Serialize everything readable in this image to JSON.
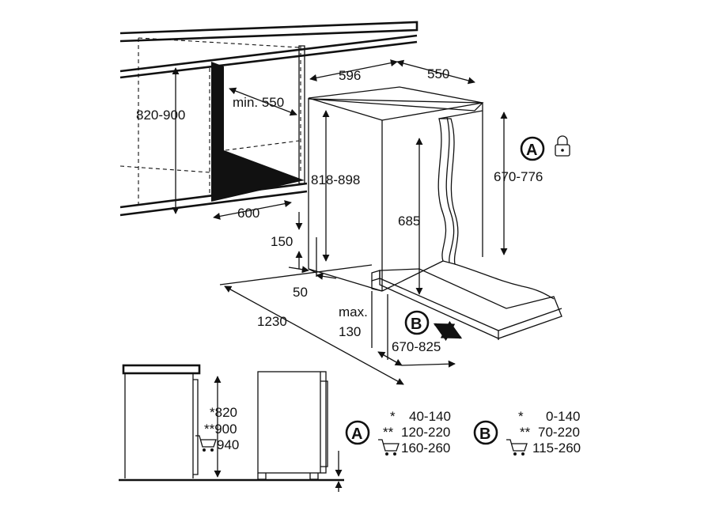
{
  "dimensions": {
    "cabinet_height": "820-900",
    "min_depth": "min. 550",
    "niche_depth": "600",
    "appliance_height": "818-898",
    "width": "596",
    "depth": "550",
    "door_height_range": "670-776",
    "door_height": "685",
    "plinth_height": "150",
    "plinth_depth": "50",
    "total_depth": "1230",
    "max_label": "max.",
    "max_value": "130",
    "door_travel": "670-825"
  },
  "markers": {
    "a": "A",
    "b": "B"
  },
  "side_view": {
    "h1": "*820",
    "h2": "**900",
    "h3": "940"
  },
  "legend_a": {
    "marker": "A",
    "rows": [
      {
        "prefix": "*",
        "value": "40-140"
      },
      {
        "prefix": "**",
        "value": "120-220"
      },
      {
        "prefix": "",
        "value": "160-260"
      }
    ]
  },
  "legend_b": {
    "marker": "B",
    "rows": [
      {
        "prefix": "*",
        "value": "0-140"
      },
      {
        "prefix": "**",
        "value": "70-220"
      },
      {
        "prefix": "",
        "value": "115-260"
      }
    ]
  },
  "icons": [
    "lock-icon",
    "cart-icon",
    "double-arrow-icon"
  ]
}
